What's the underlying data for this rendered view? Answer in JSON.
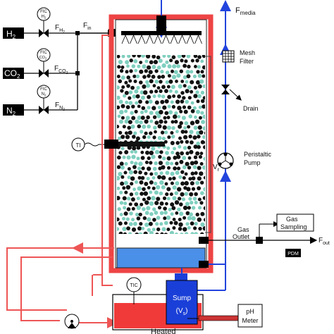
{
  "gases": [
    {
      "name": "H",
      "sub": "2",
      "fic_top": "FIC",
      "fic_sub_base": "H",
      "fic_sub_idx": "2",
      "flow_base": "F",
      "flow_sub": "H",
      "flow_sub2": "2"
    },
    {
      "name": "CO",
      "sub": "2",
      "fic_top": "FIC",
      "fic_sub_base": "CO",
      "fic_sub_idx": "2",
      "flow_base": "F",
      "flow_sub": "CO",
      "flow_sub2": "2"
    },
    {
      "name": "N",
      "sub": "2",
      "fic_top": "FIC",
      "fic_sub_base": "N",
      "fic_sub_idx": "2",
      "flow_base": "F",
      "flow_sub": "N",
      "flow_sub2": "2"
    }
  ],
  "labels": {
    "f_in_base": "F",
    "f_in_sub": "in",
    "f_media_base": "F",
    "f_media_sub": "media",
    "mesh_filter_1": "Mesh",
    "mesh_filter_2": "Filter",
    "drain": "Drain",
    "peristaltic_1": "Peristaltic",
    "peristaltic_2": "Pump",
    "vr": "V",
    "vr_sub": "r",
    "ti": "TI",
    "tic": "TIC",
    "gas_outlet_1": "Gas",
    "gas_outlet_2": "Outlet",
    "gas_sampling_1": "Gas",
    "gas_sampling_2": "Sampling",
    "f_out_base": "F",
    "f_out_sub": "out",
    "pdm": "PDM",
    "sump_1": "Sump",
    "sump_2": "(V",
    "sump_2_sub": "s",
    "sump_2_end": ")",
    "ph_1": "pH",
    "ph_2": "Meter",
    "heated": "Heated"
  },
  "colors": {
    "liquid_blue": "#2244dd",
    "heating_red": "#ee5555",
    "sump_blue": "#1a3fd8",
    "bed_cyan": "#7fcfbf",
    "hot_water": "#f03a3a",
    "liquid_fill": "#4a8fe8"
  }
}
